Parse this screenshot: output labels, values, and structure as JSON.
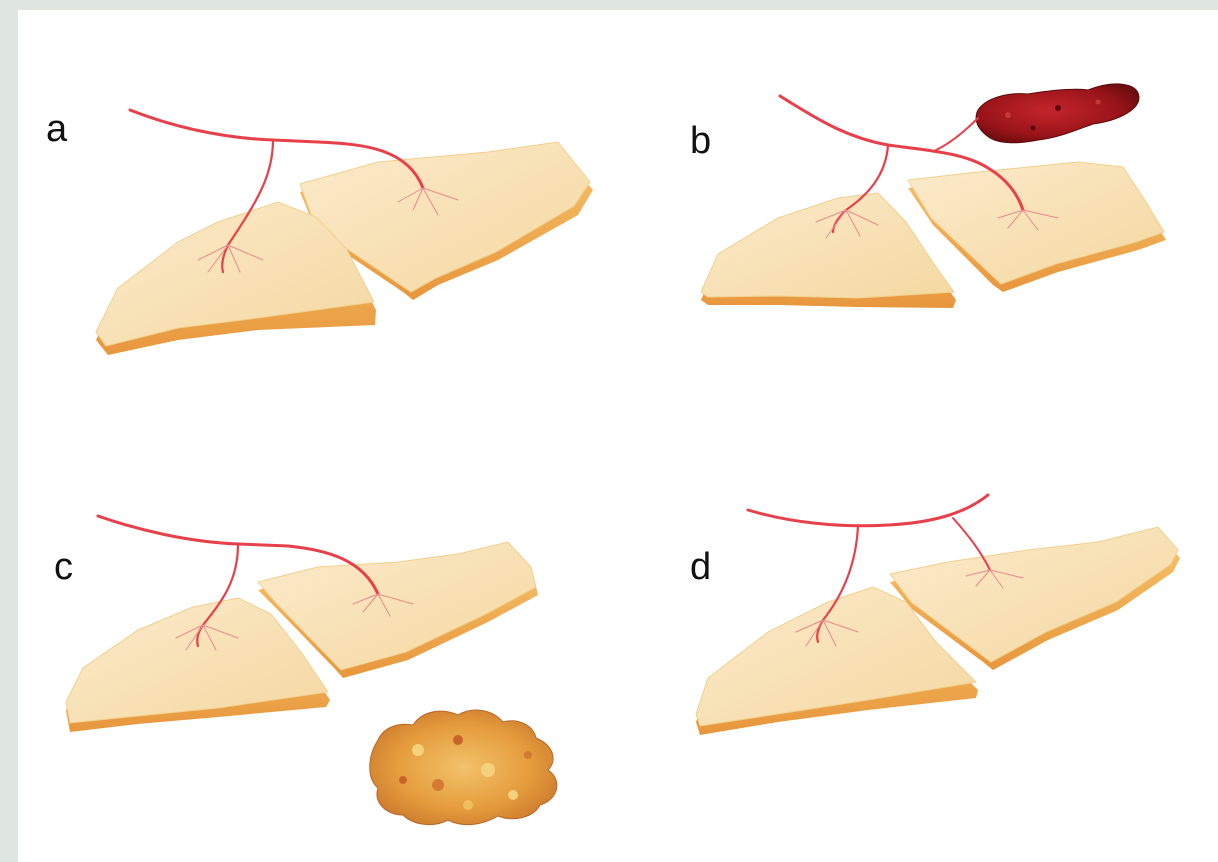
{
  "figure": {
    "panels": [
      {
        "label": "a"
      },
      {
        "label": "b"
      },
      {
        "label": "c"
      },
      {
        "label": "d"
      }
    ]
  },
  "colors": {
    "background": "#dfe6df",
    "panel_background": "#ffffff",
    "vessel": "#e8404a",
    "fat_flap": "#f7dca8",
    "fat_flap_edge": "#f0a94a",
    "thrombus": "#a3161c",
    "fat_necrosis": "#e6a03c"
  },
  "icons": [
    "artery-vessel",
    "fat-flap",
    "thrombus",
    "fat-necrosis-tissue"
  ]
}
